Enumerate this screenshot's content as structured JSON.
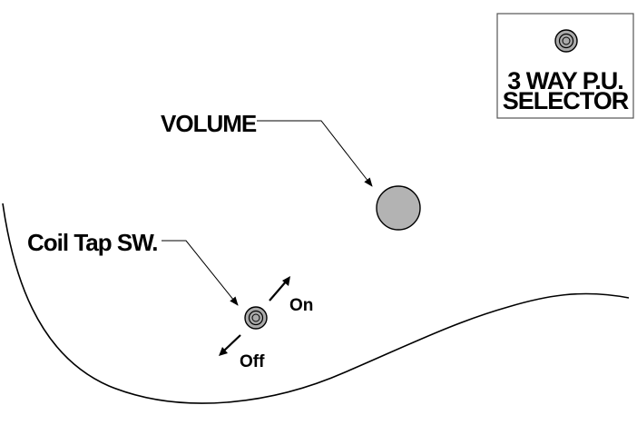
{
  "labels": {
    "volume": "VOLUME",
    "coil_tap": "Coil Tap SW.",
    "on": "On",
    "off": "Off",
    "selector_line1": "3 WAY P.U.",
    "selector_line2": "SELECTOR"
  },
  "colors": {
    "knob_fill": "#b3b3b3",
    "switch_fill": "#aaaaaa",
    "selector_box_border": "#555555",
    "ink": "#000000"
  }
}
